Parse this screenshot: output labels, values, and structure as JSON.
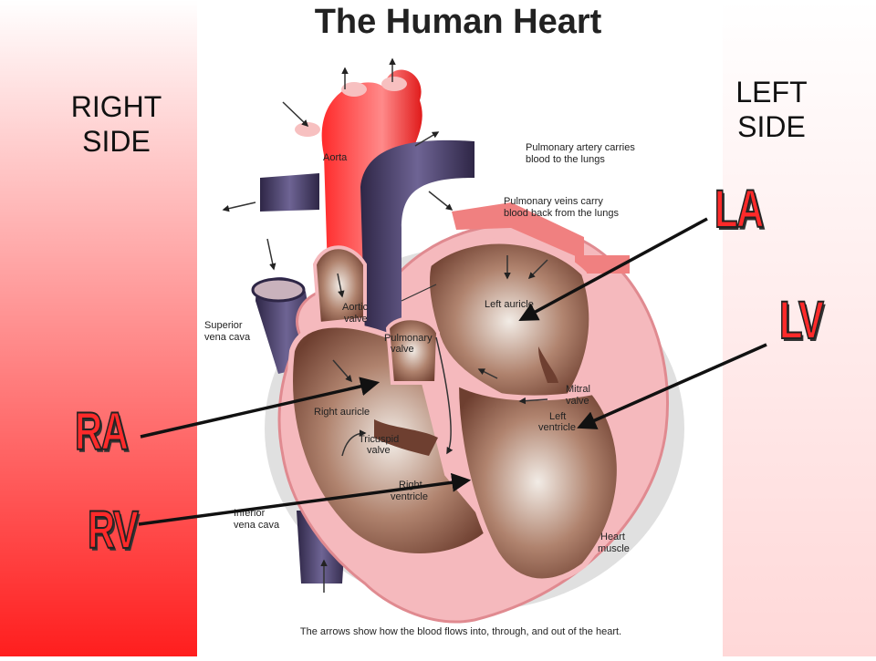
{
  "title": "The Human Heart",
  "side_labels": {
    "right": "RIGHT\nSIDE",
    "left": "LEFT\nSIDE"
  },
  "chambers": {
    "ra": "RA",
    "rv": "RV",
    "la": "LA",
    "lv": "LV"
  },
  "labels": {
    "aorta": "Aorta",
    "pa_1": "Pulmonary artery carries",
    "pa_2": "blood to the lungs",
    "pv_1": "Pulmonary veins carry",
    "pv_2": "blood back from the lungs",
    "svc_1": "Superior",
    "svc_2": "vena cava",
    "aortic_1": "Aortic",
    "aortic_2": "valve",
    "pulm_1": "Pulmonary",
    "pulm_2": "valve",
    "left_auricle": "Left auricle",
    "right_auricle": "Right auricle",
    "tricuspid_1": "Tricuspid",
    "tricuspid_2": "valve",
    "mitral_1": "Mitral",
    "mitral_2": "valve",
    "lv_1": "Left",
    "lv_2": "ventricle",
    "rv_1": "Right",
    "rv_2": "ventricle",
    "ivc_1": "Inferior",
    "ivc_2": "vena cava",
    "muscle_1": "Heart",
    "muscle_2": "muscle"
  },
  "caption": "The arrows show how the blood flows into, through, and out of the heart.",
  "colors": {
    "red": "#ff1e1e",
    "vein": "#4a3f6b",
    "flesh": "#f4b8bc",
    "interior": "#8a5a48"
  }
}
